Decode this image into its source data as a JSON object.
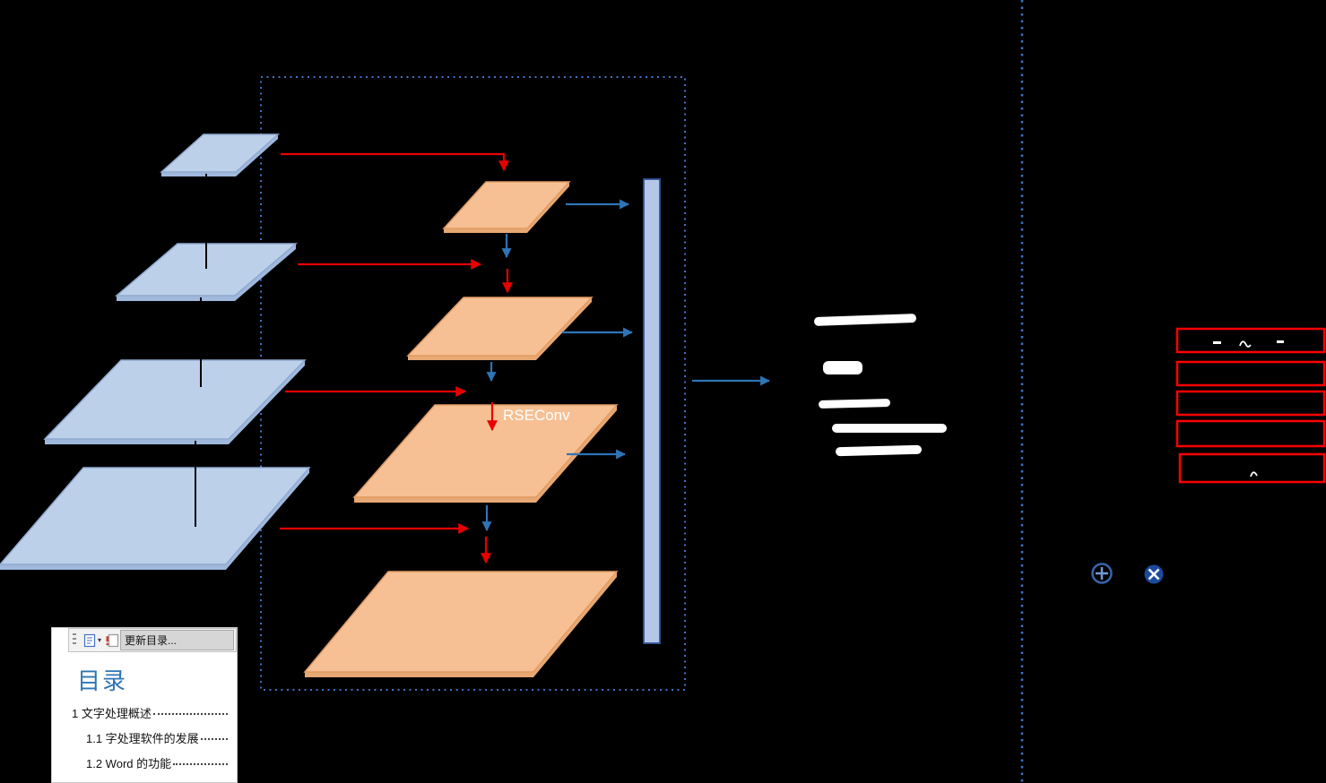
{
  "diagram": {
    "rseconv_label": "RSEConv",
    "encoder_plate_count": 4,
    "rseconv_plate_count": 4,
    "legend_box_count": 5,
    "icons": {
      "add_operator": "circle-plus-icon",
      "multiply_operator": "circle-times-icon"
    },
    "colors": {
      "background": "#000000",
      "encoder_plate_fill": "#BDD0EA",
      "encoder_plate_edge": "#8FA9CF",
      "rseconv_plate_fill": "#F6C094",
      "rseconv_plate_edge": "#E09A62",
      "dotted_border": "#4472C4",
      "red_arrow": "#E80000",
      "blue_arrow": "#2E75B6",
      "concat_bar_fill": "#B4C7E7",
      "concat_bar_edge": "#2F5597",
      "legend_box_border": "#FF0000"
    }
  },
  "word_panel": {
    "toolbar": {
      "update_toc_button": "更新目录..."
    },
    "toc": {
      "title": "目录",
      "entries": [
        {
          "label": "1 文字处理概述"
        },
        {
          "label": "1.1 字处理软件的发展"
        },
        {
          "label": "1.2 Word 的功能"
        }
      ]
    }
  }
}
